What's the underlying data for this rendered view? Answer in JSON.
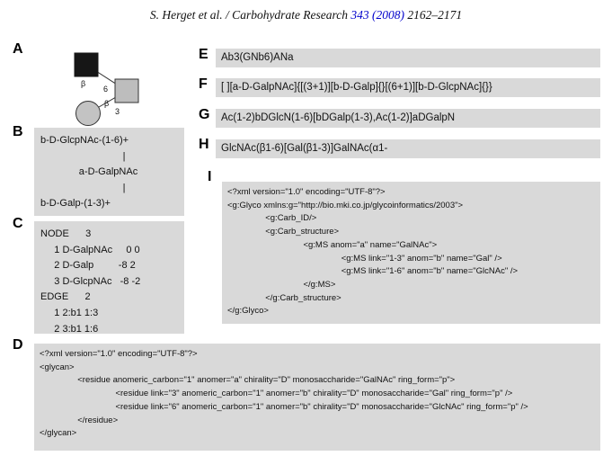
{
  "header": {
    "prefix": "S. Herget et al. / Carbohydrate Research ",
    "volume_link": "343 (2008)",
    "pages": " 2162–2171"
  },
  "panels": {
    "a": {
      "label": "A",
      "residue_symbols": [
        "black-square",
        "gray-square",
        "gray-circle"
      ],
      "edge_labels": {
        "top_anomer": "β",
        "top_carbon": "6",
        "bottom_anomer": "β",
        "bottom_carbon": "3"
      }
    },
    "b": {
      "label": "B",
      "text": "b-D-GlcpNAc-(1-6)+\n                              |\n              a-D-GalpNAc\n                              |\nb-D-Galp-(1-3)+"
    },
    "c": {
      "label": "C",
      "text": "NODE      3\n     1 D-GalpNAc     0 0\n     2 D-Galp         -8 2\n     3 D-GlcpNAc   -8 -2\nEDGE      2\n     1 2:b1 1:3\n     2 3:b1 1:6"
    },
    "d": {
      "label": "D",
      "text": "<?xml version=\"1.0\" encoding=\"UTF-8\"?>\n<glycan>\n                <residue anomeric_carbon=\"1\" anomer=\"a\" chirality=\"D\" monosaccharide=\"GalNAc\" ring_form=\"p\">\n                                <residue link=\"3\" anomeric_carbon=\"1\" anomer=\"b\" chirality=\"D\" monosaccharide=\"Gal\" ring_form=\"p\" />\n                                <residue link=\"6\" anomeric_carbon=\"1\" anomer=\"b\" chirality=\"D\" monosaccharide=\"GlcNAc\" ring_form=\"p\" />\n                </residue>\n</glycan>"
    },
    "e": {
      "label": "E",
      "text": "Ab3(GNb6)ANa"
    },
    "f": {
      "label": "F",
      "text": "[ ][a-D-GalpNAc]{[(3+1)][b-D-Galp]{}[(6+1)][b-D-GlcpNAc]{}}"
    },
    "g": {
      "label": "G",
      "text": "Ac(1-2)bDGlcN(1-6)[bDGalp(1-3),Ac(1-2)]aDGalpN"
    },
    "h": {
      "label": "H",
      "text": "GlcNAc(β1-6)[Gal(β1-3)]GalNAc(α1-"
    },
    "i": {
      "label": "I",
      "text": "<?xml version=\"1.0\" encoding=\"UTF-8\"?>\n<g:Glyco xmlns:g=\"http://bio.mki.co.jp/glycoinformatics/2003\">\n                <g:Carb_ID/>\n                <g:Carb_structure>\n                                <g:MS anom=\"a\" name=\"GalNAc\">\n                                                <g:MS link=\"1-3\" anom=\"b\" name=\"Gal\" />\n                                                <g:MS link=\"1-6\" anom=\"b\" name=\"GlcNAc\" />\n                                </g:MS>\n                </g:Carb_structure>\n</g:Glyco>"
    }
  },
  "colors": {
    "box_gray": "#d9d9d9",
    "link_blue": "#0000cc",
    "filled_square": "#161616",
    "gray_shape": "#bdbdbd"
  }
}
